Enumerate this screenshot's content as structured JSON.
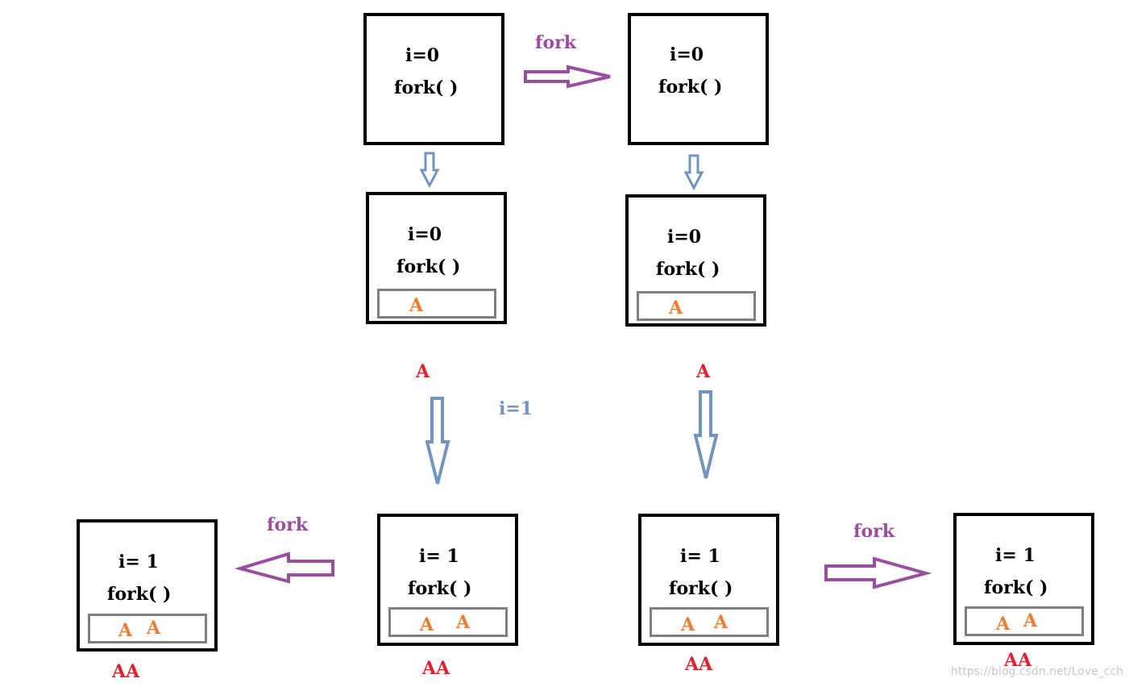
{
  "process_boxes": [
    {
      "id": "p1",
      "line1": "i=0",
      "line2": "fork( )",
      "buffer": []
    },
    {
      "id": "p2",
      "line1": "i=0",
      "line2": "fork( )",
      "buffer": []
    },
    {
      "id": "p3",
      "line1": "i=0",
      "line2": "fork( )",
      "buffer": [
        "A"
      ]
    },
    {
      "id": "p4",
      "line1": "i=0",
      "line2": "fork( )",
      "buffer": [
        "A"
      ]
    },
    {
      "id": "p5",
      "line1": "i= 1",
      "line2": "fork( )",
      "buffer": [
        "A",
        "A"
      ]
    },
    {
      "id": "p6",
      "line1": "i= 1",
      "line2": "fork( )",
      "buffer": [
        "A",
        "A"
      ]
    },
    {
      "id": "p7",
      "line1": "i= 1",
      "line2": "fork( )",
      "buffer": [
        "A",
        "A"
      ]
    },
    {
      "id": "p8",
      "line1": "i= 1",
      "line2": "fork( )",
      "buffer": [
        "A",
        "A"
      ]
    }
  ],
  "fork_labels": [
    "fork",
    "fork",
    "fork"
  ],
  "loop_label": "i=1",
  "outputs": [
    "A",
    "A",
    "AA",
    "AA",
    "AA",
    "AA"
  ],
  "watermark": "https://blog.csdn.net/Love_cch",
  "colors": {
    "box_border": "#000000",
    "buffer_border": "#7f7f7f",
    "buffer_text": "#ed7d31",
    "output_text": "#e0202b",
    "fork_arrow": "#9a4ea2",
    "down_arrow": "#7294c4"
  }
}
